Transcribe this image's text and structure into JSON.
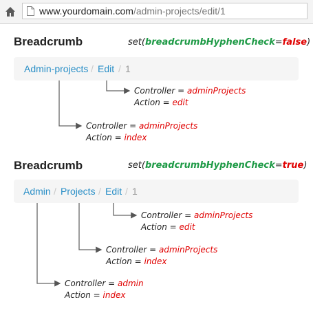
{
  "browser": {
    "url_domain": "www.yourdomain.com",
    "url_path": "/admin-projects/edit/1"
  },
  "sections": [
    {
      "title": "Breadcrumb",
      "set_prefix": "set(",
      "set_param": "breadcrumbHyphenCheck",
      "set_equals": "=",
      "set_value": "false",
      "set_suffix": ")",
      "crumbs": [
        "Admin-projects",
        "Edit",
        "1"
      ],
      "separator": "/",
      "notes": [
        {
          "controller_label": "Controller = ",
          "controller_value": "adminProjects",
          "action_label": "Action = ",
          "action_value": "edit"
        },
        {
          "controller_label": "Controller = ",
          "controller_value": "adminProjects",
          "action_label": "Action = ",
          "action_value": "index"
        }
      ]
    },
    {
      "title": "Breadcrumb",
      "set_prefix": "set(",
      "set_param": "breadcrumbHyphenCheck",
      "set_equals": "=",
      "set_value": "true",
      "set_suffix": ")",
      "crumbs": [
        "Admin",
        "Projects",
        "Edit",
        "1"
      ],
      "separator": "/",
      "notes": [
        {
          "controller_label": "Controller = ",
          "controller_value": "adminProjects",
          "action_label": "Action = ",
          "action_value": "edit"
        },
        {
          "controller_label": "Controller = ",
          "controller_value": "adminProjects",
          "action_label": "Action = ",
          "action_value": "index"
        },
        {
          "controller_label": "Controller = ",
          "controller_value": "admin",
          "action_label": "Action = ",
          "action_value": "index"
        }
      ]
    }
  ]
}
